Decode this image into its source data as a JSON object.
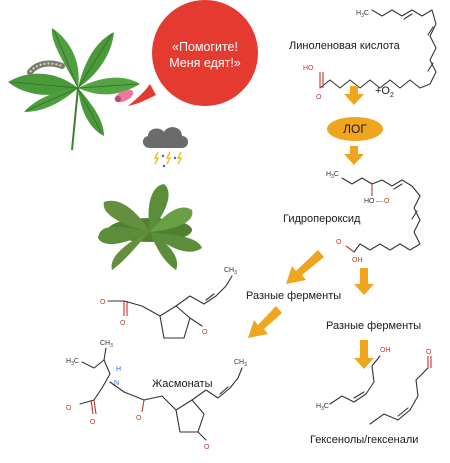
{
  "speech_bubble": {
    "line1": "«Помогите!",
    "line2": "Меня едят!»"
  },
  "labels": {
    "linolenic_acid": "Линоленовая кислота",
    "plus_o2": "+O",
    "o2_sub": "2",
    "log_enzyme": "ЛОГ",
    "hydroperoxide": "Гидропероксид",
    "various_enzymes_left": "Разные ферменты",
    "various_enzymes_right": "Разные ферменты",
    "jasmonates": "Жасмонаты",
    "hexenols": "Гексенолы/гексенали"
  },
  "chem_atoms": {
    "h3c": "H",
    "h3c_3": "3",
    "h3c_c": "C",
    "ho": "HO",
    "o": "O",
    "oh": "OH",
    "h": "H",
    "n": "N",
    "ch3": "CH",
    "ch3_3": "3",
    "o_minus": "O"
  },
  "colors": {
    "bubble_red": "#e53a2f",
    "arrow_orange": "#f0a51e",
    "log_ellipse": "#f0a51e",
    "leaf_green": "#4a9a3c",
    "rosette_green": "#5b8d3a",
    "cloud_gray": "#6b6b6b",
    "oxygen_red": "#c0392b",
    "nitrogen_blue": "#2a6fd1"
  }
}
